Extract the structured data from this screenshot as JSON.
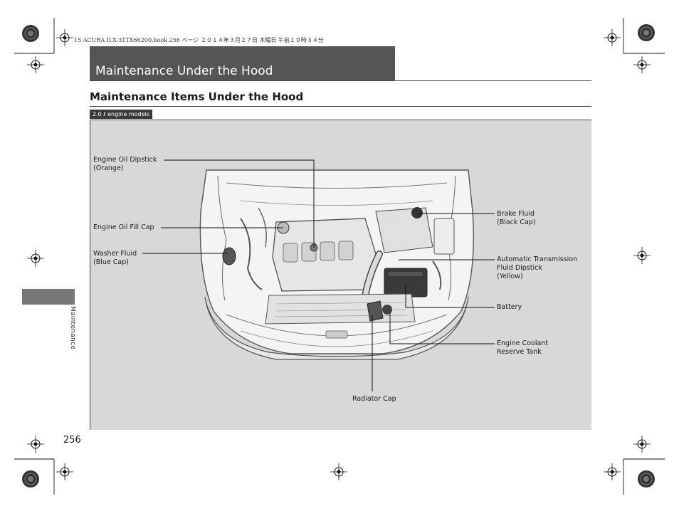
{
  "print_header": "15 ACURA ILX-31TX66200.book  256 ページ  ２０１４年３月２７日  木曜日  午前１０時３４分",
  "chapter_title": "Maintenance Under the Hood",
  "section_title": "Maintenance Items Under the Hood",
  "engine_tag": "2.0 ℓ engine models",
  "callouts": {
    "oil_dipstick": [
      "Engine Oil Dipstick",
      "(Orange)"
    ],
    "oil_fill_cap": [
      "Engine Oil Fill Cap"
    ],
    "washer_fluid": [
      "Washer Fluid",
      "(Blue Cap)"
    ],
    "brake_fluid": [
      "Brake Fluid",
      "(Black Cap)"
    ],
    "atf_dipstick": [
      "Automatic Transmission",
      "Fluid Dipstick",
      "(Yellow)"
    ],
    "battery": [
      "Battery"
    ],
    "coolant_tank": [
      "Engine Coolant",
      "Reserve Tank"
    ],
    "radiator_cap": [
      "Radiator Cap"
    ]
  },
  "side_tab_label": "Maintenance",
  "page_number": "256"
}
